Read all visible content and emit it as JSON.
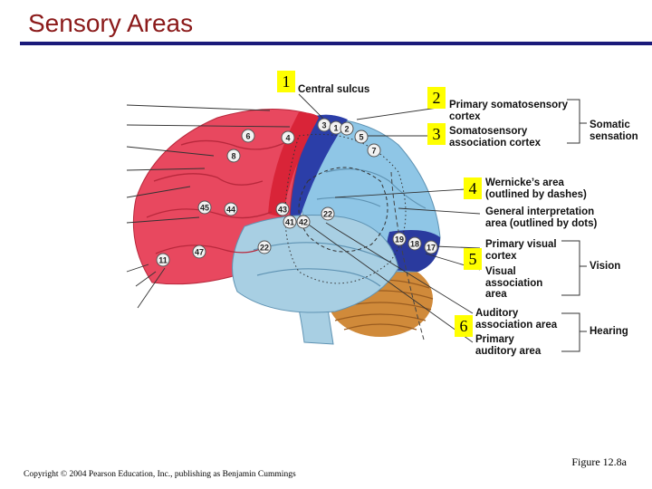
{
  "title": "Sensory Areas",
  "figure_label": "Figure 12.8a",
  "copyright": "Copyright © 2004 Pearson Education, Inc., publishing as Benjamin Cummings",
  "number_boxes": [
    "1",
    "2",
    "3",
    "4",
    "5",
    "6"
  ],
  "labels": {
    "central_sulcus": "Central sulcus",
    "primary_somatosensory": "Primary somatosensory cortex",
    "somatosensory_association": "Somatosensory association cortex",
    "somatic_sensation": "Somatic sensation",
    "wernickes_area": "Wernicke’s area (outlined by dashes)",
    "general_interpretation": "General interpretation area (outlined by dots)",
    "primary_visual": "Primary visual cortex",
    "visual_association": "Visual association area",
    "vision": "Vision",
    "auditory_association": "Auditory association area",
    "primary_auditory": "Primary auditory area",
    "hearing": "Hearing"
  },
  "brodmann_areas": [
    "3",
    "1",
    "2",
    "5",
    "6",
    "4",
    "7",
    "8",
    "45",
    "44",
    "43",
    "41",
    "42",
    "22",
    "22",
    "47",
    "11",
    "19",
    "18",
    "17"
  ],
  "colors": {
    "title": "#8B1A1A",
    "rule": "#1a1a7a",
    "frontal": "#e8485f",
    "motor": "#d92438",
    "primary_somatosensory": "#2b3ea8",
    "parietal": "#8fc6e6",
    "temporal": "#a8cfe3",
    "occipital": "#2a3a9e",
    "cerebellum": "#d08a3a",
    "highlight": "#ffff00"
  }
}
